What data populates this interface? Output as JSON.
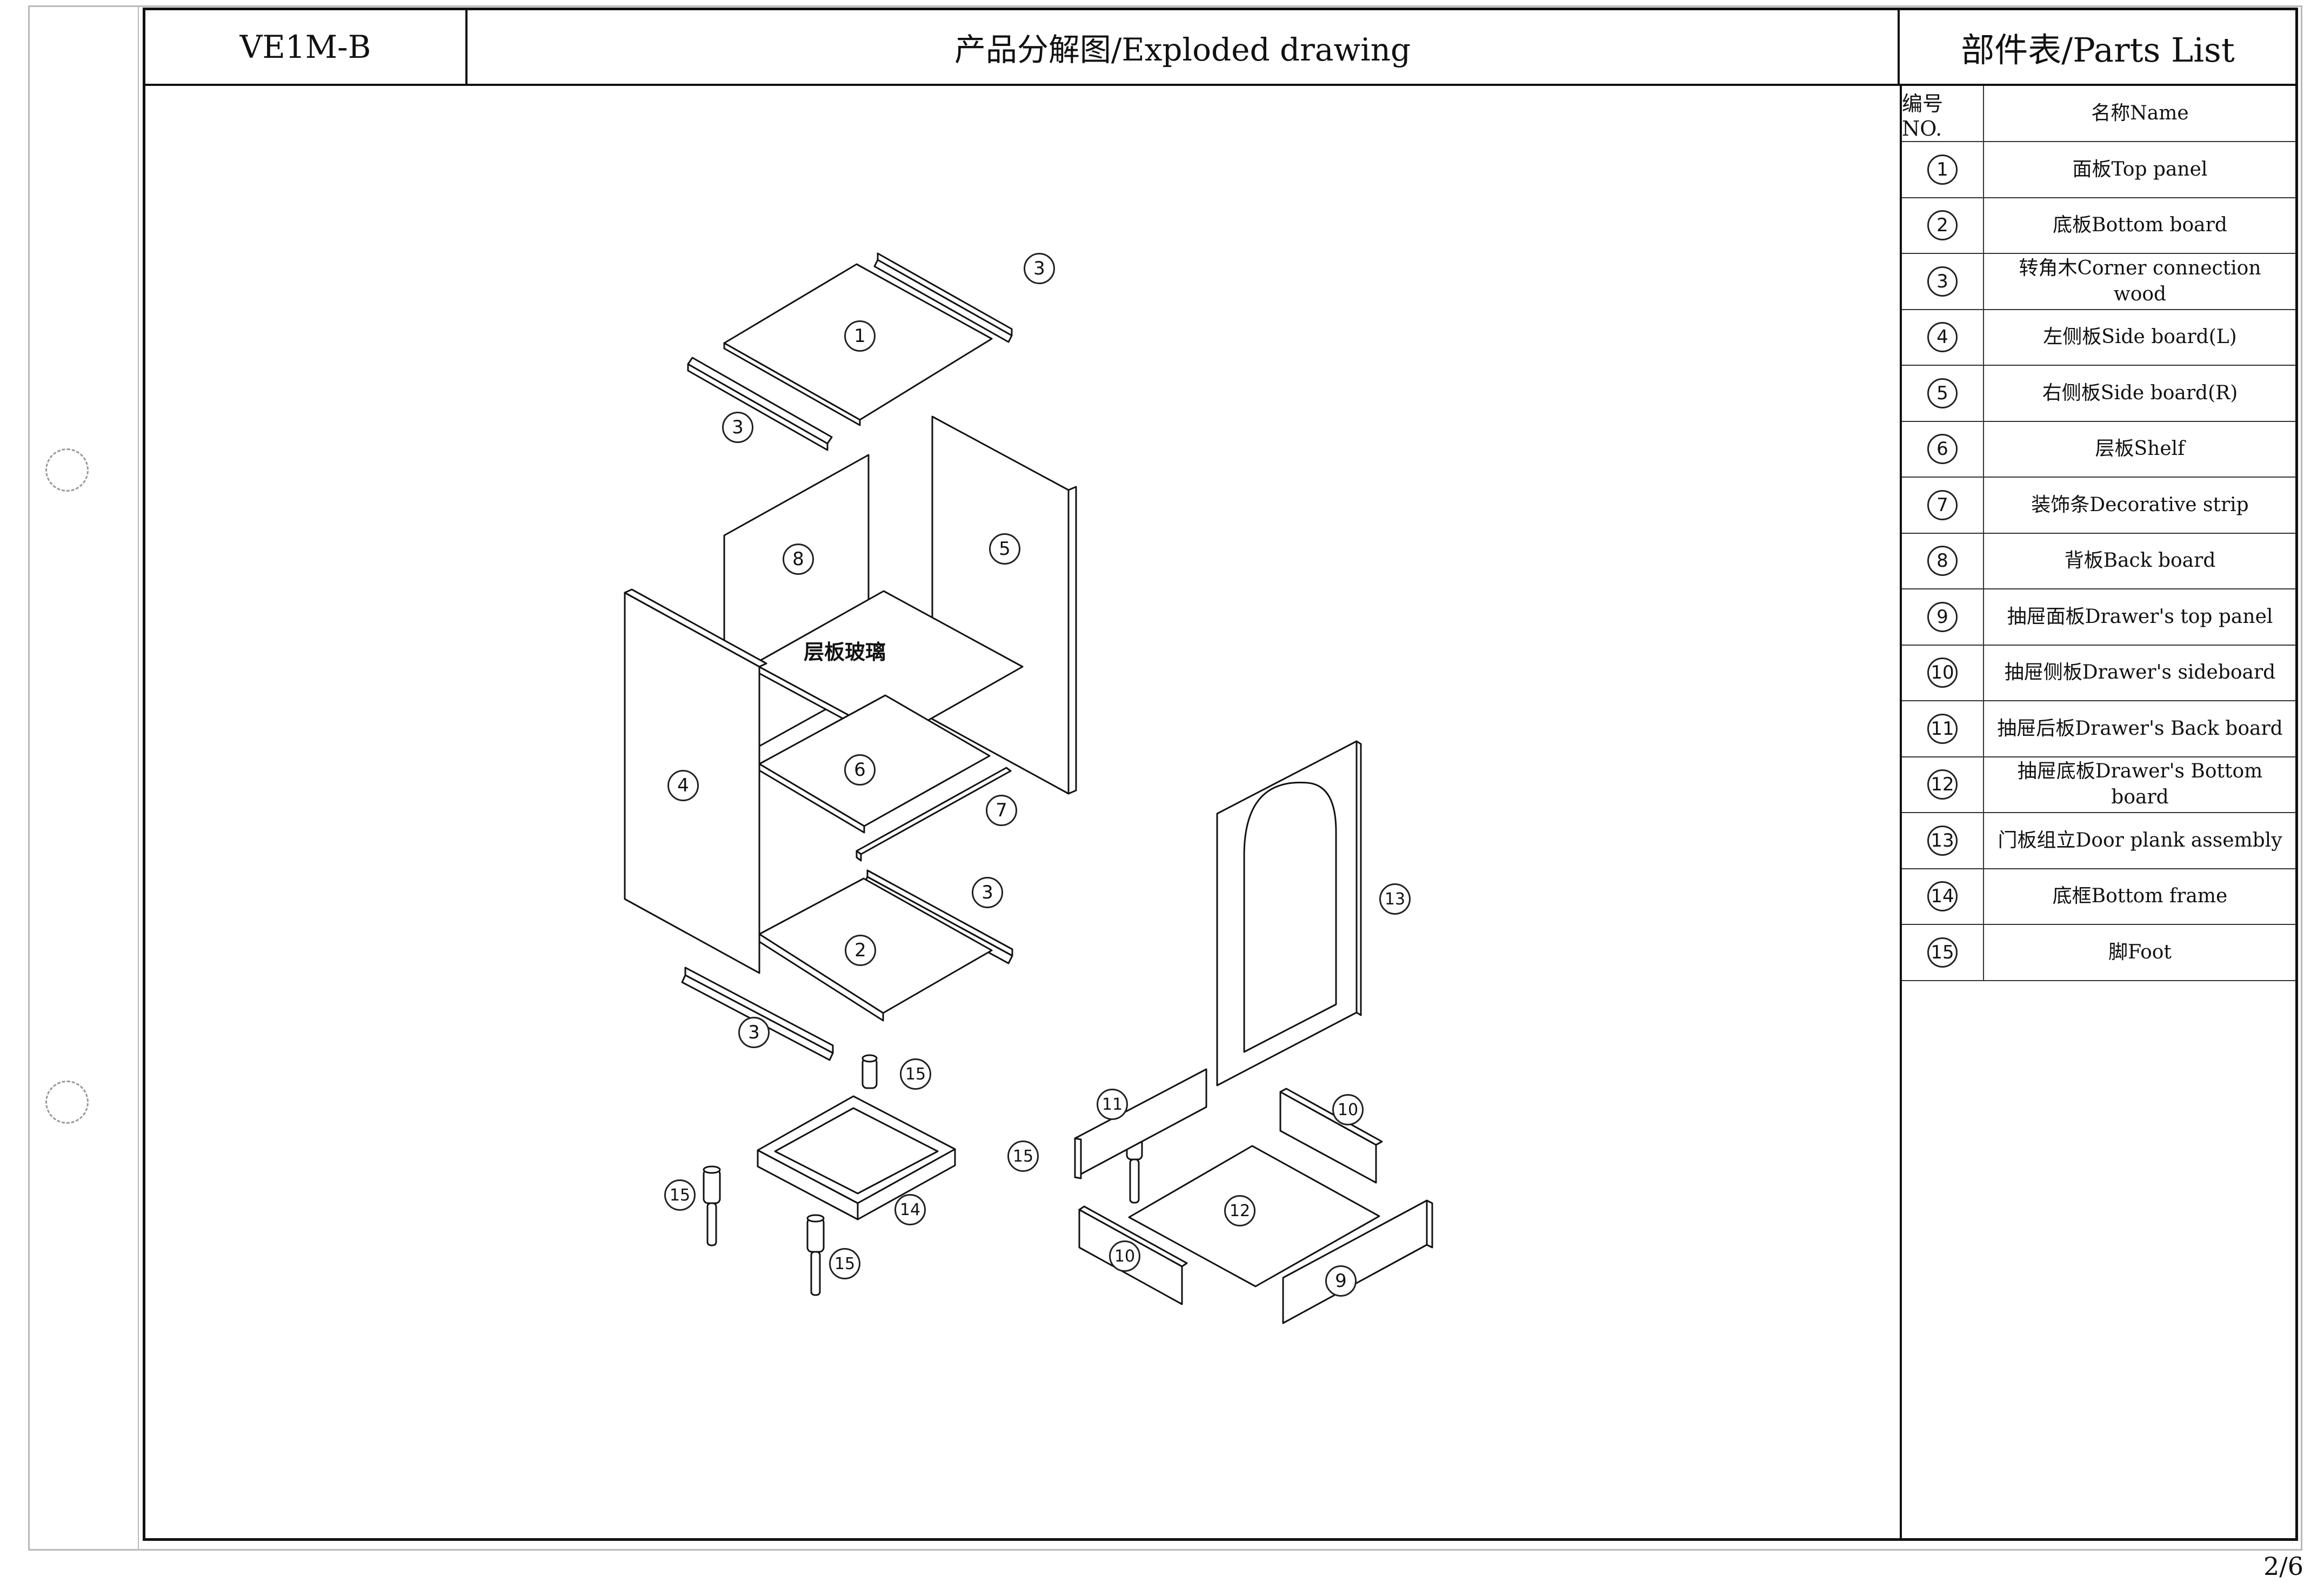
{
  "header": {
    "model": "VE1M-B",
    "title": "产品分解图/Exploded drawing",
    "parts_title": "部件表/Parts List"
  },
  "parts_table": {
    "col_no": "编号NO.",
    "col_name": "名称Name",
    "rows": [
      {
        "no": "1",
        "name": "面板Top panel"
      },
      {
        "no": "2",
        "name": "底板Bottom board"
      },
      {
        "no": "3",
        "name": "转角木Corner connection wood"
      },
      {
        "no": "4",
        "name": "左侧板Side board(L)"
      },
      {
        "no": "5",
        "name": "右侧板Side board(R)"
      },
      {
        "no": "6",
        "name": "层板Shelf"
      },
      {
        "no": "7",
        "name": "装饰条Decorative strip"
      },
      {
        "no": "8",
        "name": "背板Back board"
      },
      {
        "no": "9",
        "name": "抽屉面板Drawer's top panel"
      },
      {
        "no": "10",
        "name": "抽屉侧板Drawer's sideboard"
      },
      {
        "no": "11",
        "name": "抽屉后板Drawer's Back board"
      },
      {
        "no": "12",
        "name": "抽屉底板Drawer's Bottom board"
      },
      {
        "no": "13",
        "name": "门板组立Door plank assembly"
      },
      {
        "no": "14",
        "name": "底框Bottom frame"
      },
      {
        "no": "15",
        "name": "脚Foot"
      }
    ]
  },
  "drawing": {
    "glass_label": "层板玻璃",
    "callouts": [
      "3",
      "1",
      "3",
      "8",
      "5",
      "4",
      "6",
      "7",
      "3",
      "2",
      "3",
      "13",
      "15",
      "11",
      "10",
      "15",
      "15",
      "14",
      "12",
      "15",
      "10",
      "9"
    ]
  },
  "page_number": "2/6"
}
